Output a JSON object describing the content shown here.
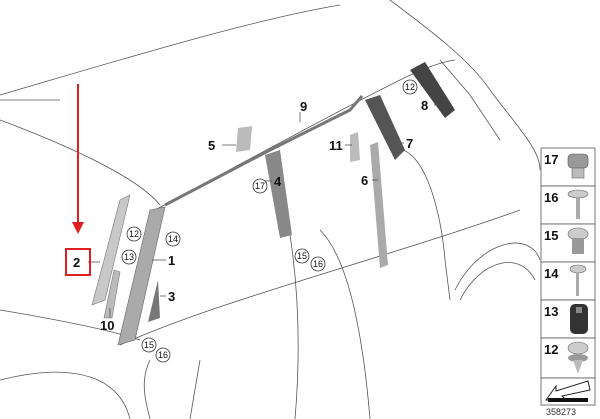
{
  "diagram": {
    "callouts": {
      "p1": "1",
      "p2": "2",
      "p3": "3",
      "p4": "4",
      "p5": "5",
      "p6": "6",
      "p7": "7",
      "p8": "8",
      "p9": "9",
      "p10": "10",
      "p11": "11",
      "c12a": "12",
      "c13": "13",
      "c14": "14",
      "c15a": "15",
      "c16a": "16",
      "c17": "17",
      "c15b": "15",
      "c16b": "16",
      "c12b": "12"
    },
    "highlight_color": "#e02020",
    "fastener_legend": [
      {
        "label": "17",
        "icon": "clip-nut-icon"
      },
      {
        "label": "16",
        "icon": "screw-icon"
      },
      {
        "label": "15",
        "icon": "expanding-nut-icon"
      },
      {
        "label": "14",
        "icon": "washer-screw-icon"
      },
      {
        "label": "13",
        "icon": "grommet-icon"
      },
      {
        "label": "12",
        "icon": "push-clip-icon"
      }
    ],
    "reference_number": "358273"
  }
}
